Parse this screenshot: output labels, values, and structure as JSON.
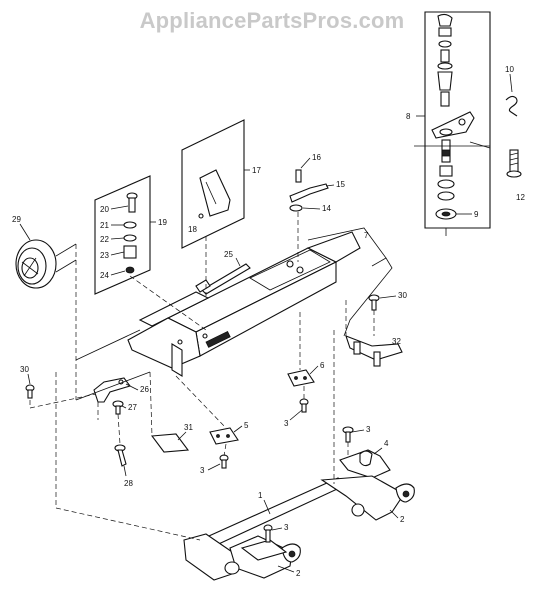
{
  "watermark": "AppliancePartsPros.com",
  "callouts": {
    "c1": "1",
    "c2a": "2",
    "c2b": "2",
    "c3a": "3",
    "c3b": "3",
    "c3c": "3",
    "c3d": "3",
    "c4": "4",
    "c5": "5",
    "c6": "6",
    "c7": "7",
    "c8": "8",
    "c9": "9",
    "c10": "10",
    "c12": "12",
    "c14": "14",
    "c15": "15",
    "c16": "16",
    "c17": "17",
    "c18": "18",
    "c19": "19",
    "c20": "20",
    "c21": "21",
    "c22": "22",
    "c23": "23",
    "c24": "24",
    "c25": "25",
    "c26": "26",
    "c27": "27",
    "c28": "28",
    "c29": "29",
    "c30a": "30",
    "c30b": "30",
    "c31": "31",
    "c32": "32"
  }
}
